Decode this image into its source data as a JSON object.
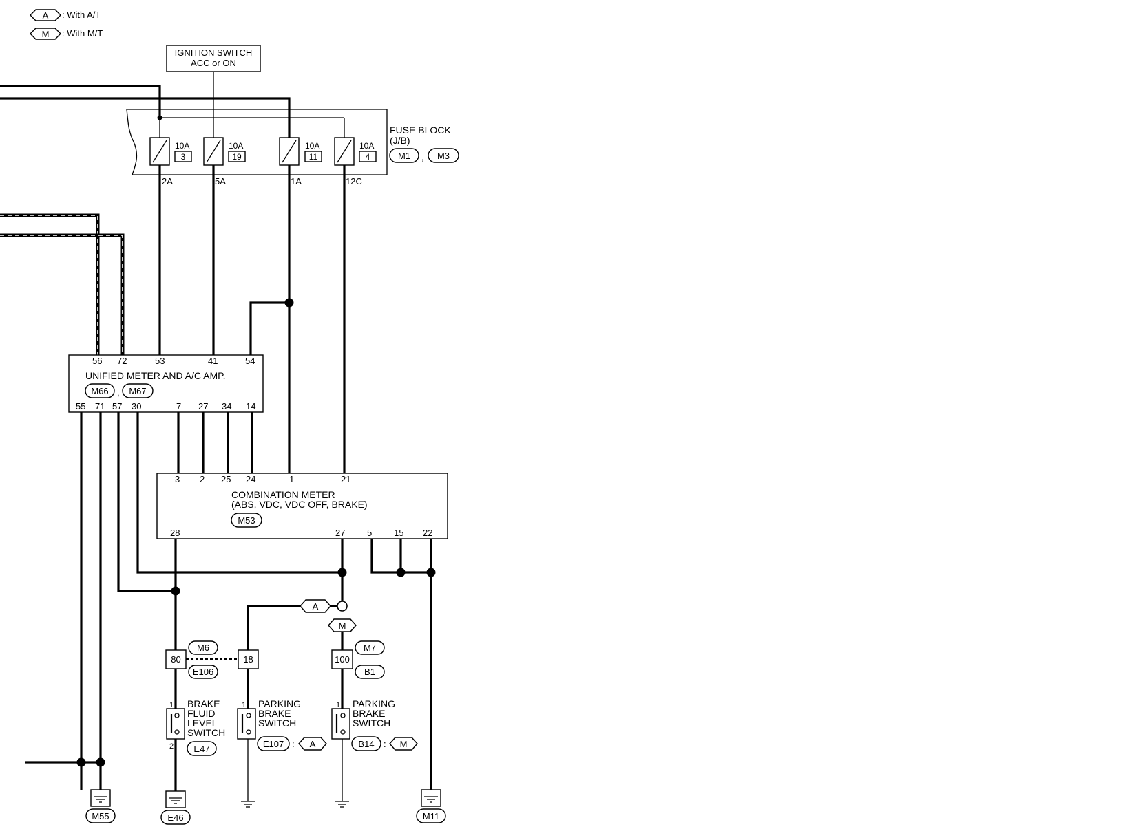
{
  "legend": {
    "items": [
      {
        "code": "A",
        "text": ": With A/T"
      },
      {
        "code": "M",
        "text": ": With M/T"
      }
    ]
  },
  "ignition_switch": {
    "line1": "IGNITION SWITCH",
    "line2": "ACC or ON"
  },
  "fuse_block": {
    "line1": "FUSE BLOCK",
    "line2": "(J/B)",
    "connectors": [
      "M1",
      "M3"
    ],
    "separator": ",",
    "fuses": [
      {
        "rating": "10A",
        "number": "3",
        "terminal": "2A"
      },
      {
        "rating": "10A",
        "number": "19",
        "terminal": "5A"
      },
      {
        "rating": "10A",
        "number": "11",
        "terminal": "1A"
      },
      {
        "rating": "10A",
        "number": "4",
        "terminal": "12C"
      }
    ]
  },
  "unified_meter": {
    "label": "UNIFIED METER AND A/C AMP.",
    "connectors": [
      "M66",
      "M67"
    ],
    "separator": ",",
    "top_pins": [
      "56",
      "72",
      "53",
      "41",
      "54"
    ],
    "bottom_pins": [
      "55",
      "71",
      "57",
      "30",
      "7",
      "27",
      "34",
      "14"
    ]
  },
  "combination_meter": {
    "line1": "COMBINATION METER",
    "line2": "(ABS, VDC, VDC OFF, BRAKE)",
    "connector": "M53",
    "top_pins": [
      "3",
      "2",
      "25",
      "24",
      "1",
      "21"
    ],
    "bottom_pins": [
      "28",
      "27",
      "5",
      "15",
      "22"
    ]
  },
  "branch_tags": {
    "at": "A",
    "mt": "M"
  },
  "joint_connectors": [
    {
      "pin": "80",
      "upper": "M6",
      "lower": "E106"
    },
    {
      "pin": "18"
    },
    {
      "pin": "100",
      "upper": "M7",
      "lower": "B1"
    }
  ],
  "switches": {
    "brake_fluid": {
      "lines": [
        "BRAKE",
        "FLUID",
        "LEVEL",
        "SWITCH"
      ],
      "pin_top": "1",
      "pin_bottom": "2",
      "connector": "E47"
    },
    "parking_at": {
      "lines": [
        "PARKING",
        "BRAKE",
        "SWITCH"
      ],
      "pin_top": "1",
      "connector": "E107",
      "sep": ":",
      "variant": "A"
    },
    "parking_mt": {
      "lines": [
        "PARKING",
        "BRAKE",
        "SWITCH"
      ],
      "pin_top": "1",
      "connector": "B14",
      "sep": ":",
      "variant": "M"
    }
  },
  "grounds": [
    "M55",
    "E46",
    "M11"
  ]
}
